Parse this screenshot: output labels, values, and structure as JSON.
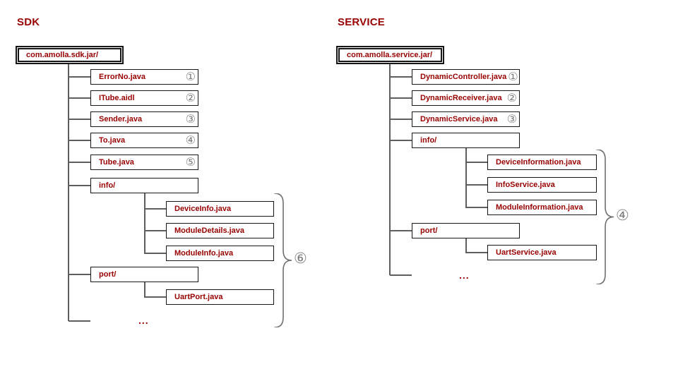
{
  "colors": {
    "label_red": "#990000",
    "box_border": "#161616",
    "line_gray": "#5e5e5e",
    "number_gray": "#7e7e7e",
    "background": "#ffffff"
  },
  "sdk": {
    "title": "SDK",
    "root_label": "com.amolla.sdk.jar/",
    "level1": [
      {
        "label": "ErrorNo.java",
        "num": "①"
      },
      {
        "label": "ITube.aidl",
        "num": "②"
      },
      {
        "label": "Sender.java",
        "num": "③"
      },
      {
        "label": "To.java",
        "num": "④"
      },
      {
        "label": "Tube.java",
        "num": "⑤"
      },
      {
        "label": "info/",
        "num": ""
      },
      {
        "label": "port/",
        "num": ""
      }
    ],
    "info_children": [
      {
        "label": "DeviceInfo.java"
      },
      {
        "label": "ModuleDetails.java"
      },
      {
        "label": "ModuleInfo.java"
      }
    ],
    "port_children": [
      {
        "label": "UartPort.java"
      }
    ],
    "ellipsis": "...",
    "brace_num": "⑥"
  },
  "service": {
    "title": "SERVICE",
    "root_label": "com.amolla.service.jar/",
    "level1": [
      {
        "label": "DynamicController.java",
        "num": "①"
      },
      {
        "label": "DynamicReceiver.java",
        "num": "②"
      },
      {
        "label": "DynamicService.java",
        "num": "③"
      },
      {
        "label": "info/",
        "num": ""
      },
      {
        "label": "port/",
        "num": ""
      }
    ],
    "info_children": [
      {
        "label": "DeviceInformation.java"
      },
      {
        "label": "InfoService.java"
      },
      {
        "label": "ModuleInformation.java"
      }
    ],
    "port_children": [
      {
        "label": "UartService.java"
      }
    ],
    "ellipsis": "...",
    "brace_num": "④"
  }
}
